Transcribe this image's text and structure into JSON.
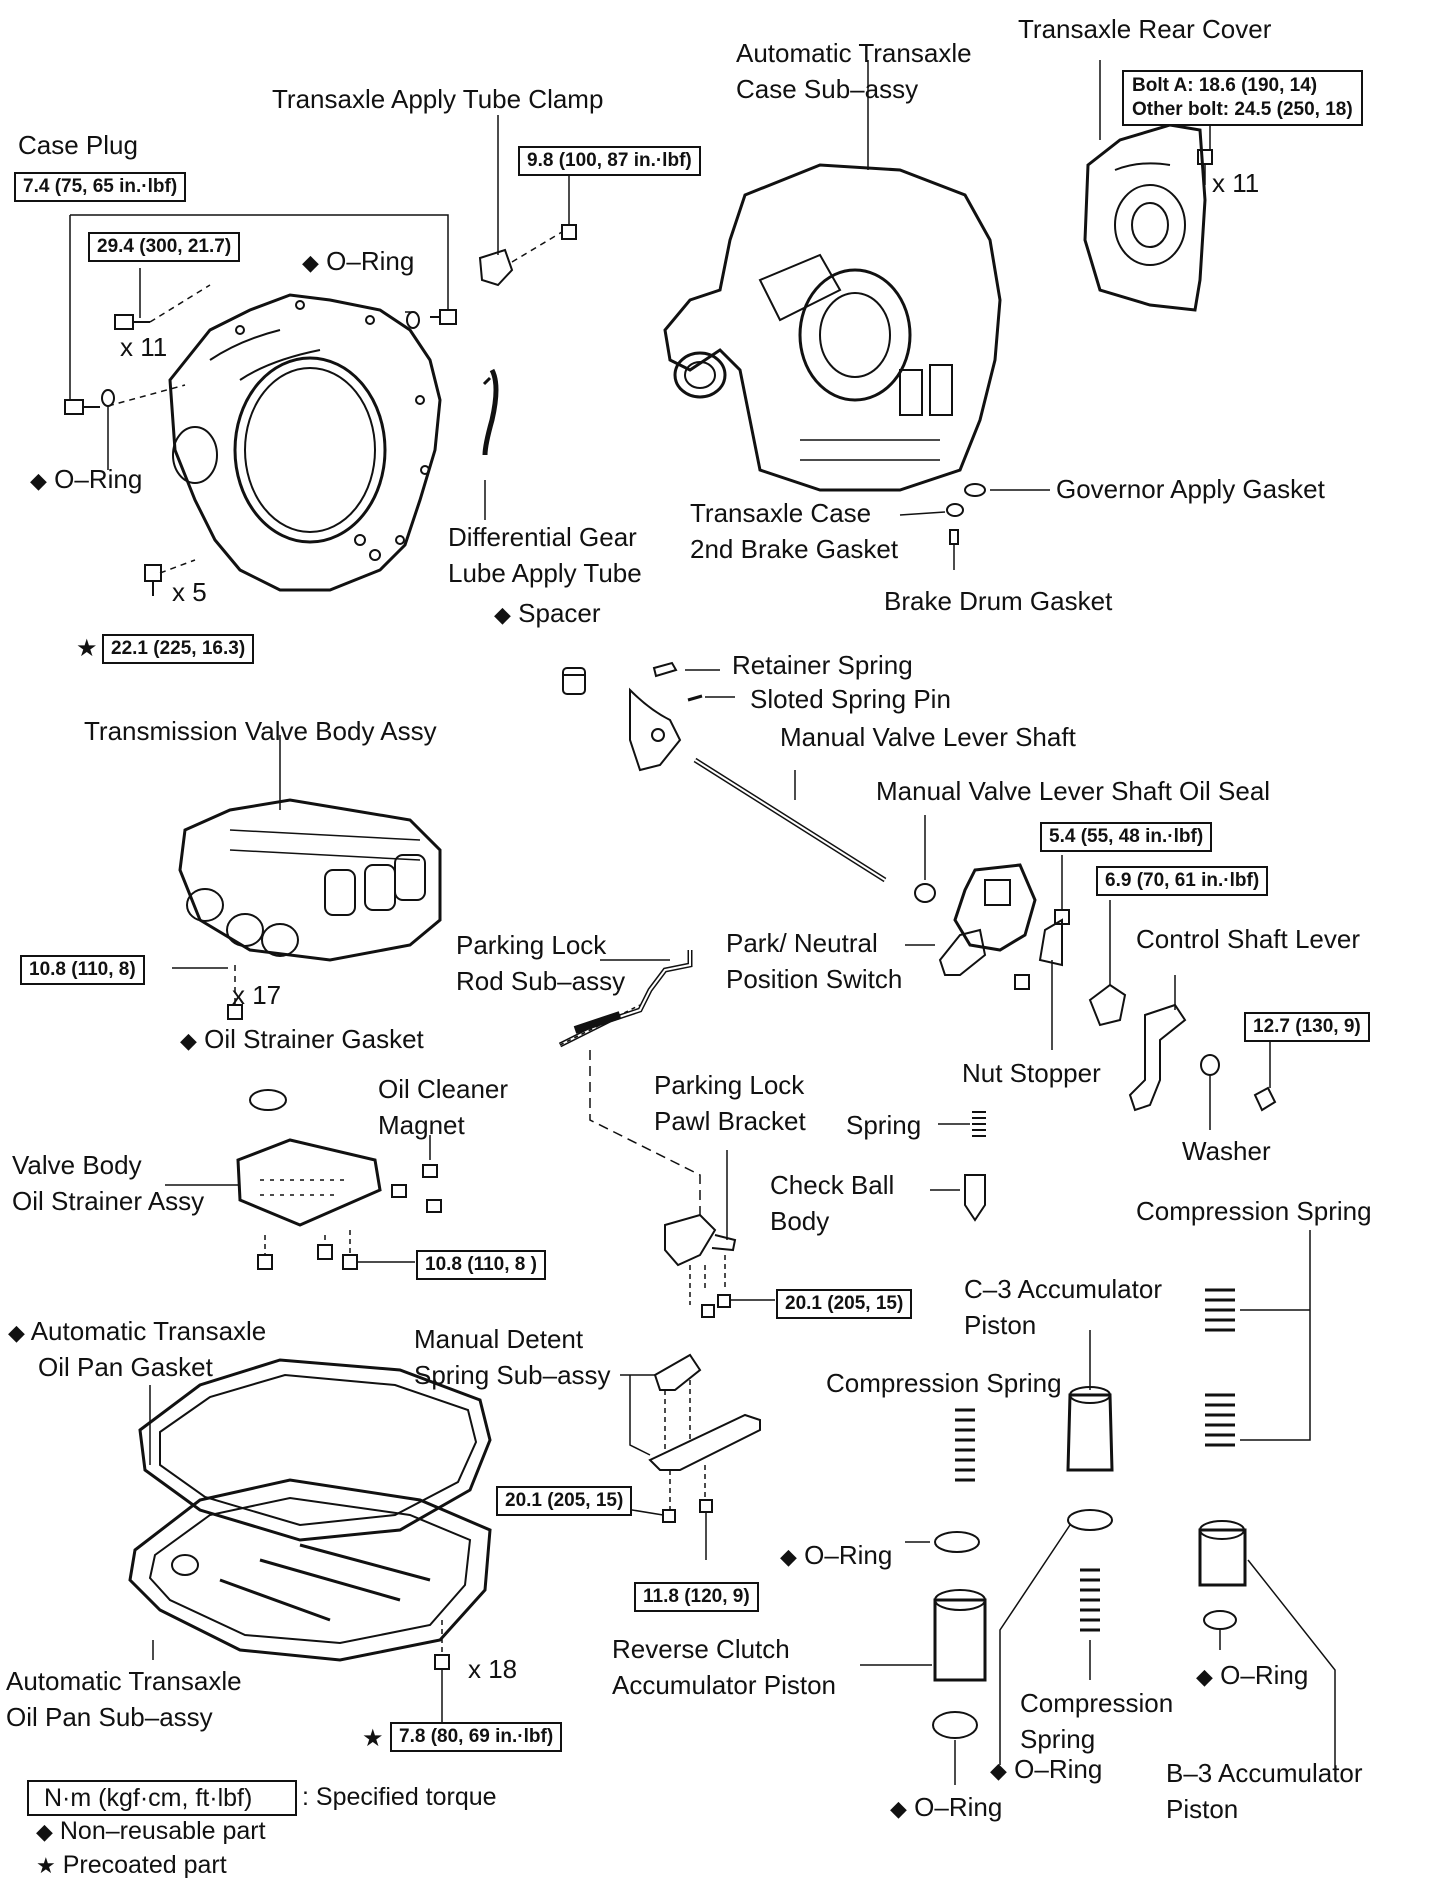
{
  "labels": {
    "case_plug": "Case Plug",
    "oring_top": "O–Ring",
    "oring_left": "O–Ring",
    "apply_tube_clamp": "Transaxle Apply Tube Clamp",
    "case_subassy_l1": "Automatic Transaxle",
    "case_subassy_l2": "Case Sub–assy",
    "rear_cover": "Transaxle Rear Cover",
    "x11_a": "x 11",
    "x11_b": "x 11",
    "x5": "x 5",
    "x17": "x 17",
    "x18": "x 18",
    "diff_tube_l1": "Differential Gear",
    "diff_tube_l2": "Lube Apply Tube",
    "spacer": "Spacer",
    "gov_gasket": "Governor Apply Gasket",
    "case_2nd_l1": "Transaxle Case",
    "case_2nd_l2": "2nd Brake Gasket",
    "brake_drum_gasket": "Brake Drum Gasket",
    "retainer_spring": "Retainer Spring",
    "sloted_pin": "Sloted Spring Pin",
    "manual_valve_shaft": "Manual Valve Lever Shaft",
    "valve_body_assy": "Transmission Valve Body Assy",
    "shaft_oil_seal": "Manual Valve Lever Shaft Oil Seal",
    "parking_rod_l1": "Parking Lock",
    "parking_rod_l2": "Rod Sub–assy",
    "park_switch_l1": "Park/ Neutral",
    "park_switch_l2": "Position Switch",
    "control_shaft_lever": "Control Shaft Lever",
    "nut_stopper": "Nut Stopper",
    "oil_strainer_gasket": "Oil Strainer Gasket",
    "oil_cleaner_l1": "Oil Cleaner",
    "oil_cleaner_l2": "Magnet",
    "pawl_bracket_l1": "Parking Lock",
    "pawl_bracket_l2": "Pawl Bracket",
    "spring": "Spring",
    "check_ball_l1": "Check Ball",
    "check_ball_l2": "Body",
    "washer": "Washer",
    "strainer_assy_l1": "Valve Body",
    "strainer_assy_l2": "Oil Strainer Assy",
    "compression_spring_r": "Compression Spring",
    "c3_piston_l1": "C–3 Accumulator",
    "c3_piston_l2": "Piston",
    "pan_gasket_l1": "Automatic Transaxle",
    "pan_gasket_l2": "Oil Pan Gasket",
    "detent_spring_l1": "Manual Detent",
    "detent_spring_l2": "Spring Sub–assy",
    "compression_spring_m": "Compression Spring",
    "oring_mid": "O–Ring",
    "reverse_piston_l1": "Reverse Clutch",
    "reverse_piston_l2": "Accumulator Piston",
    "oring_right": "O–Ring",
    "pan_subassy_l1": "Automatic Transaxle",
    "pan_subassy_l2": "Oil Pan Sub–assy",
    "compression_spring_b_l1": "Compression",
    "compression_spring_b_l2": "Spring",
    "oring_b1": "O–Ring",
    "oring_b2": "O–Ring",
    "b3_piston_l1": "B–3 Accumulator",
    "b3_piston_l2": "Piston"
  },
  "torques": {
    "case_plug": "7.4 (75, 65 in.·lbf)",
    "bolt_29_4": "29.4 (300, 21.7)",
    "clamp": "9.8 (100, 87 in.·lbf)",
    "rear_cover_a": "Bolt A: 18.6 (190, 14)",
    "rear_cover_other": "Other bolt: 24.5 (250, 18)",
    "bolt_22_1": "22.1 (225, 16.3)",
    "switch_5_4": "5.4 (55, 48 in.·lbf)",
    "nut_6_9": "6.9 (70, 61 in.·lbf)",
    "valve_body": "10.8 (110, 8)",
    "lever_nut": "12.7 (130, 9)",
    "strainer": "10.8 (110, 8 )",
    "bracket": "20.1 (205, 15)",
    "detent_20_1": "20.1 (205, 15)",
    "detent_11_8": "11.8 (120, 9)",
    "pan": "7.8 (80, 69 in.·lbf)"
  },
  "legend": {
    "unit_box": "N·m (kgf·cm, ft·lbf)",
    "unit_text": ": Specified torque",
    "non_reusable": "Non–reusable part",
    "precoated": "Precoated part"
  },
  "symbols": {
    "diamond": "◆",
    "star": "★"
  }
}
